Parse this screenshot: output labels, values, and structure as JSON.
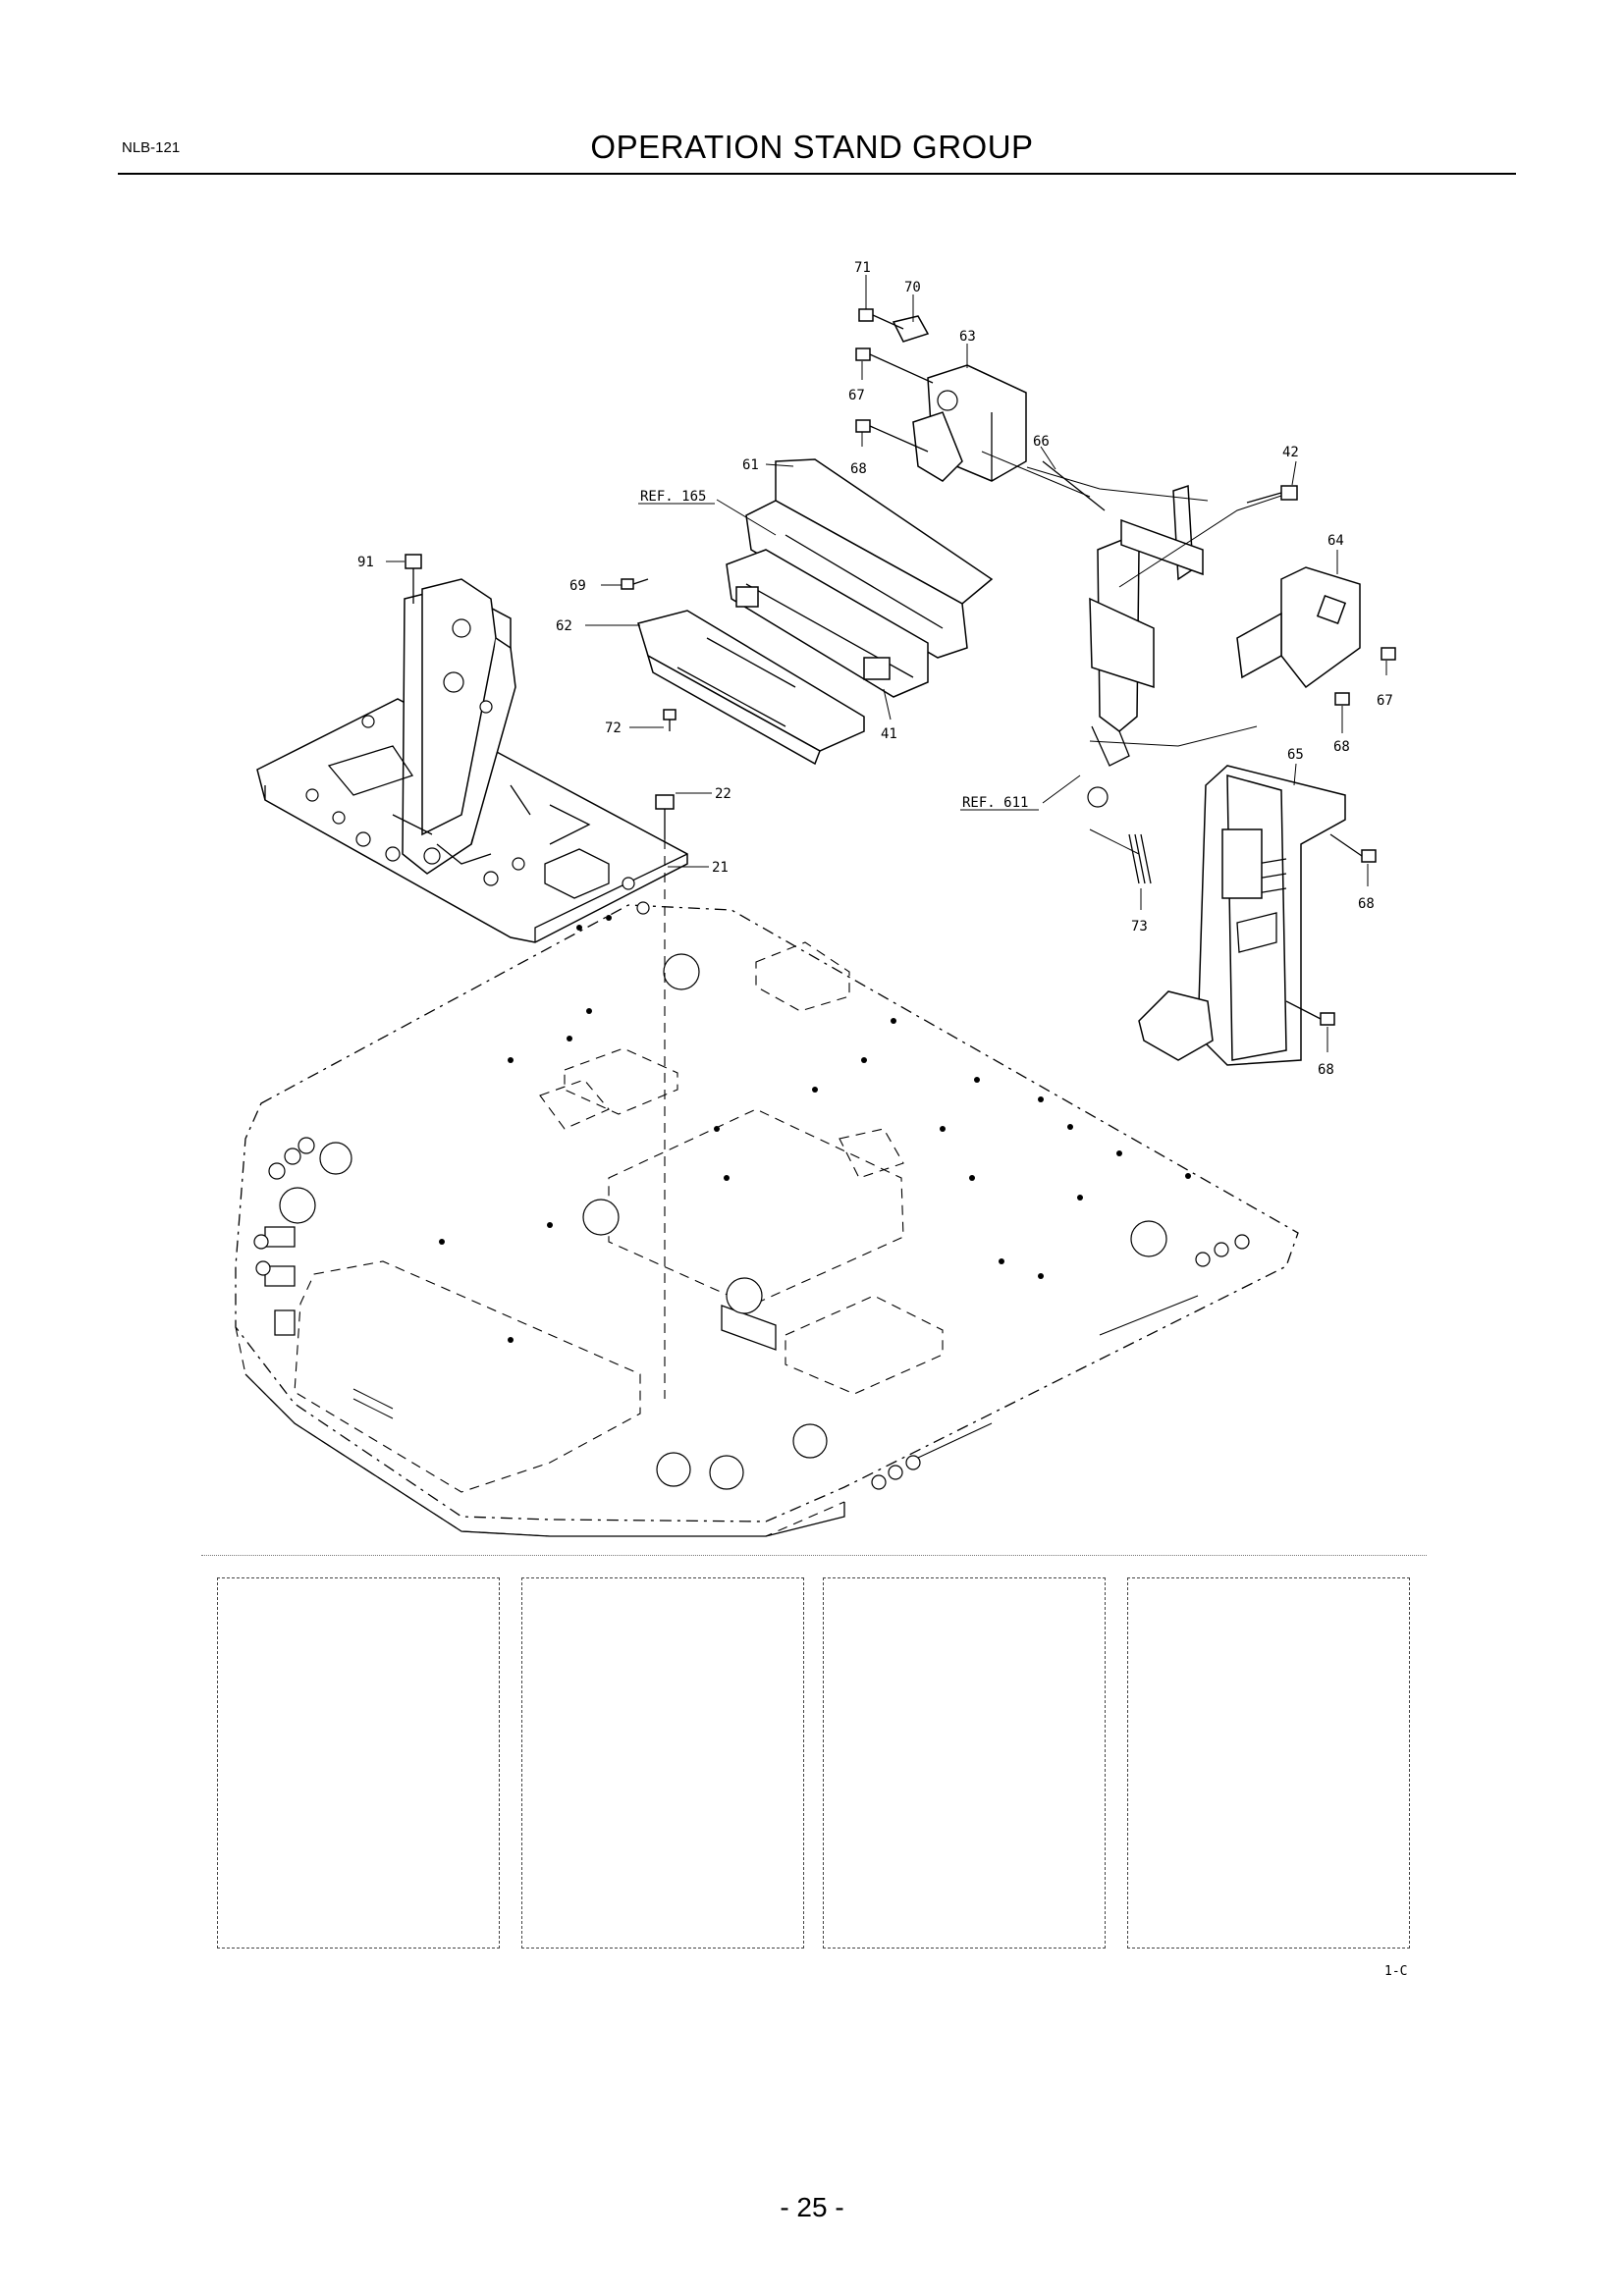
{
  "header": {
    "model_code": "NLB-121",
    "title": "OPERATION STAND GROUP"
  },
  "callouts": [
    {
      "id": "c71",
      "text": "71"
    },
    {
      "id": "c70",
      "text": "70"
    },
    {
      "id": "c63",
      "text": "63"
    },
    {
      "id": "c67a",
      "text": "67"
    },
    {
      "id": "c66",
      "text": "66"
    },
    {
      "id": "c68a",
      "text": "68"
    },
    {
      "id": "c42",
      "text": "42"
    },
    {
      "id": "c61",
      "text": "61"
    },
    {
      "id": "c64",
      "text": "64"
    },
    {
      "id": "c91",
      "text": "91"
    },
    {
      "id": "c69",
      "text": "69"
    },
    {
      "id": "c62",
      "text": "62"
    },
    {
      "id": "c67b",
      "text": "67"
    },
    {
      "id": "c68b",
      "text": "68"
    },
    {
      "id": "c41",
      "text": "41"
    },
    {
      "id": "c72",
      "text": "72"
    },
    {
      "id": "c65",
      "text": "65"
    },
    {
      "id": "c22",
      "text": "22"
    },
    {
      "id": "c21",
      "text": "21"
    },
    {
      "id": "c68c",
      "text": "68"
    },
    {
      "id": "c73",
      "text": "73"
    },
    {
      "id": "c68d",
      "text": "68"
    }
  ],
  "references": [
    {
      "id": "ref165",
      "text": "REF. 165"
    },
    {
      "id": "ref611",
      "text": "REF. 611"
    }
  ],
  "footer": {
    "diagram_code": "1-C",
    "page_number": "- 25 -"
  }
}
